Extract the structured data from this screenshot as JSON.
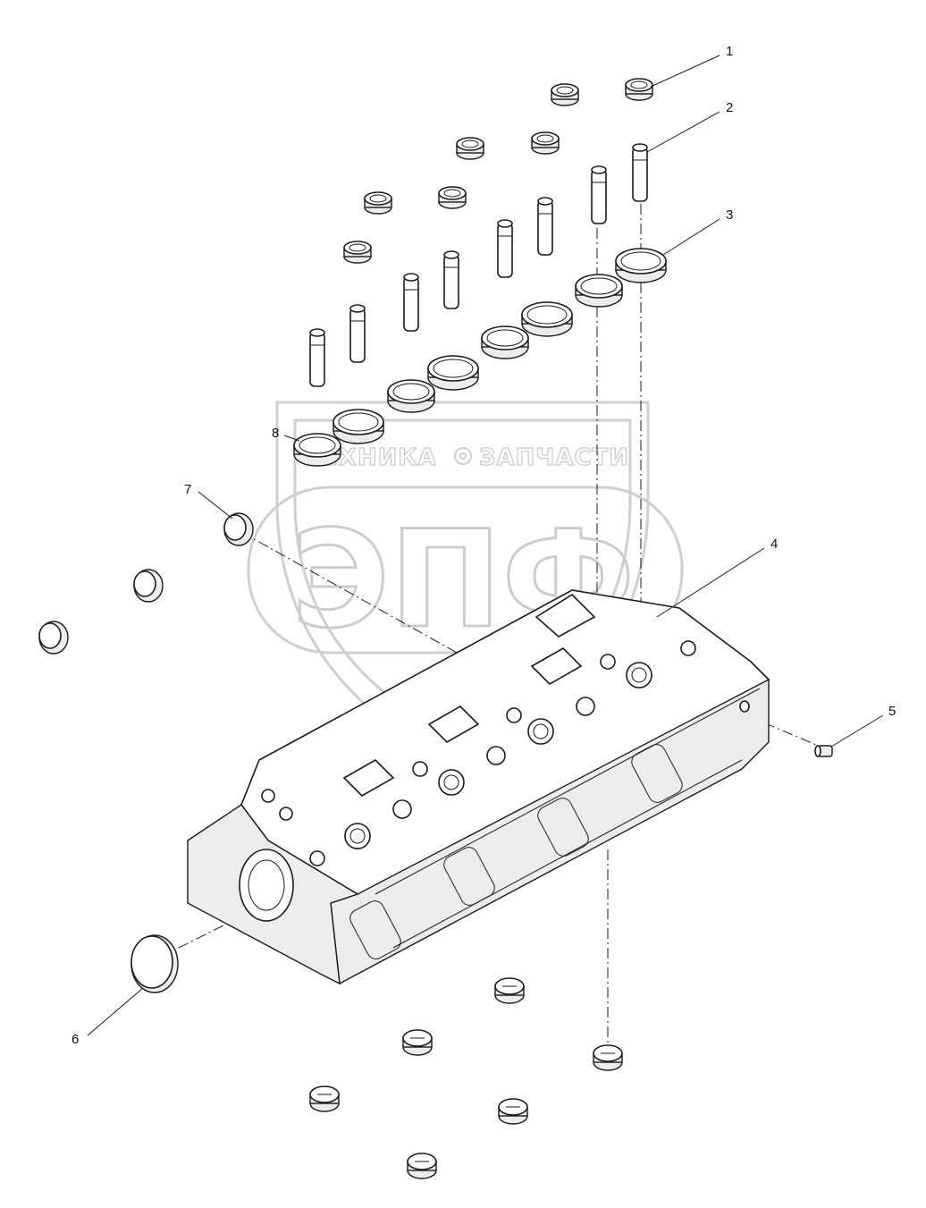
{
  "watermark": {
    "logo_left": "ТЕХНИКА",
    "logo_right": "ЗАПЧАСТИ",
    "logo_big": "ЭПФ"
  },
  "callouts": [
    "1",
    "2",
    "3",
    "4",
    "5",
    "6",
    "7",
    "8"
  ]
}
